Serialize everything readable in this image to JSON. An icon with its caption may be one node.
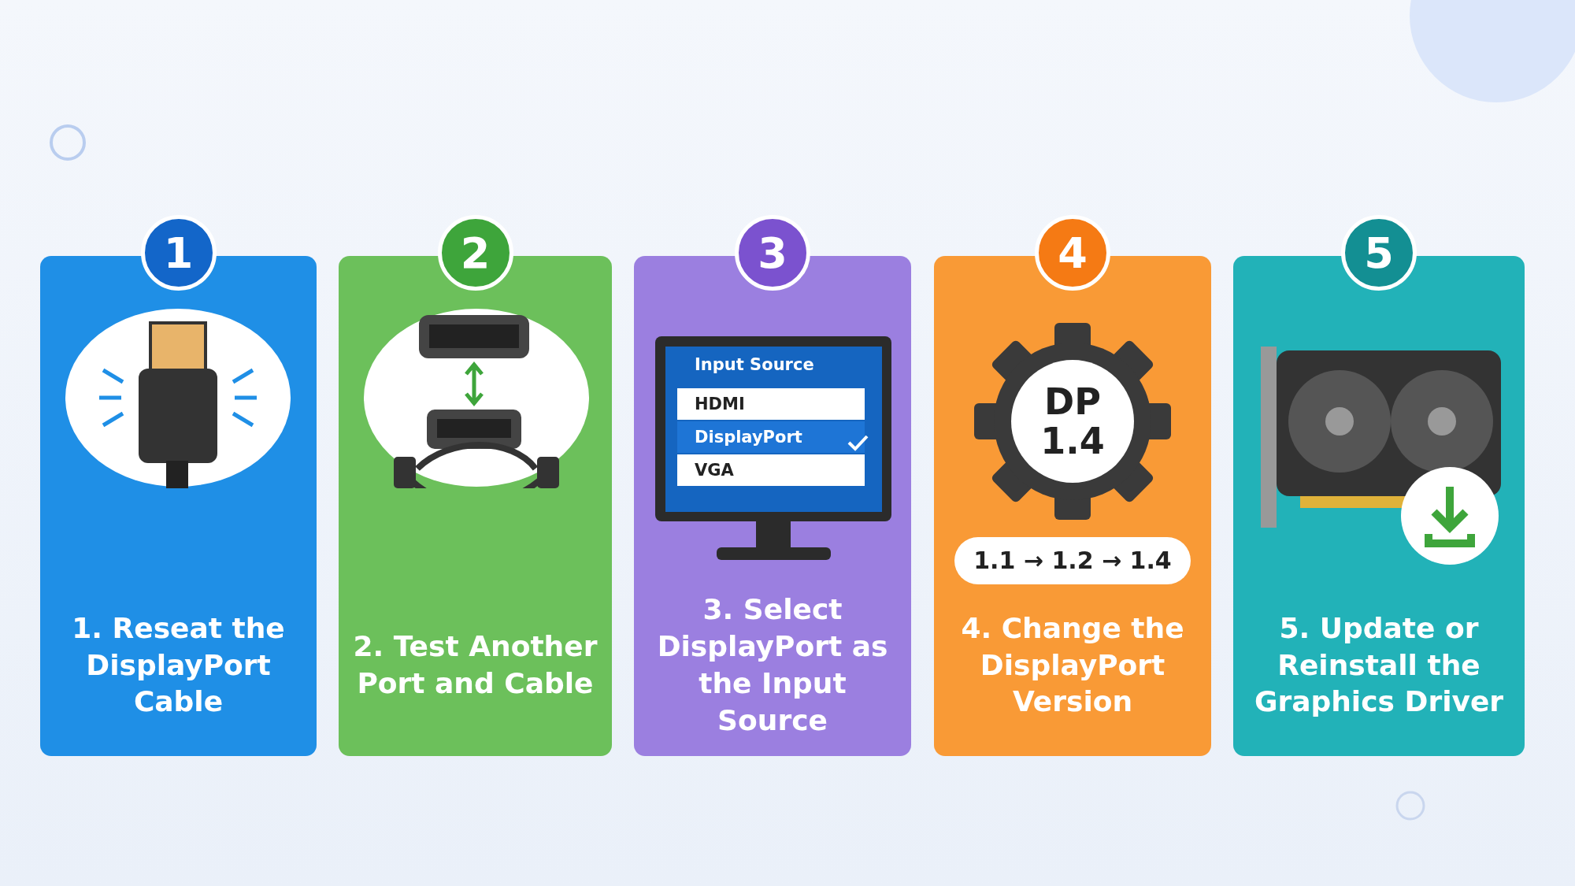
{
  "diagram": {
    "nodes": [
      {
        "text": [
          "1"
        ]
      },
      {
        "text": [
          "1. Reseat the DisplayPort Cable"
        ]
      },
      {
        "text": [
          "2"
        ]
      },
      {
        "text": [
          "2. Test Another Port and Cable"
        ]
      },
      {
        "text": [
          "3"
        ]
      },
      {
        "text": [
          "3. Select DisplayPort as the Input Source"
        ]
      },
      {
        "text": [
          "4"
        ]
      },
      {
        "text": [
          "4. Change the DisplayPort Version"
        ]
      },
      {
        "text": [
          "5"
        ]
      },
      {
        "text": [
          "5. Update or Reinstall the Graphics Driver"
        ]
      }
    ],
    "labels": [
      "Input Source",
      "HDMI",
      "DisplayPort",
      "VGA",
      "DP 1.4",
      "1.1 → 1.2 → 1.4"
    ]
  }
}
